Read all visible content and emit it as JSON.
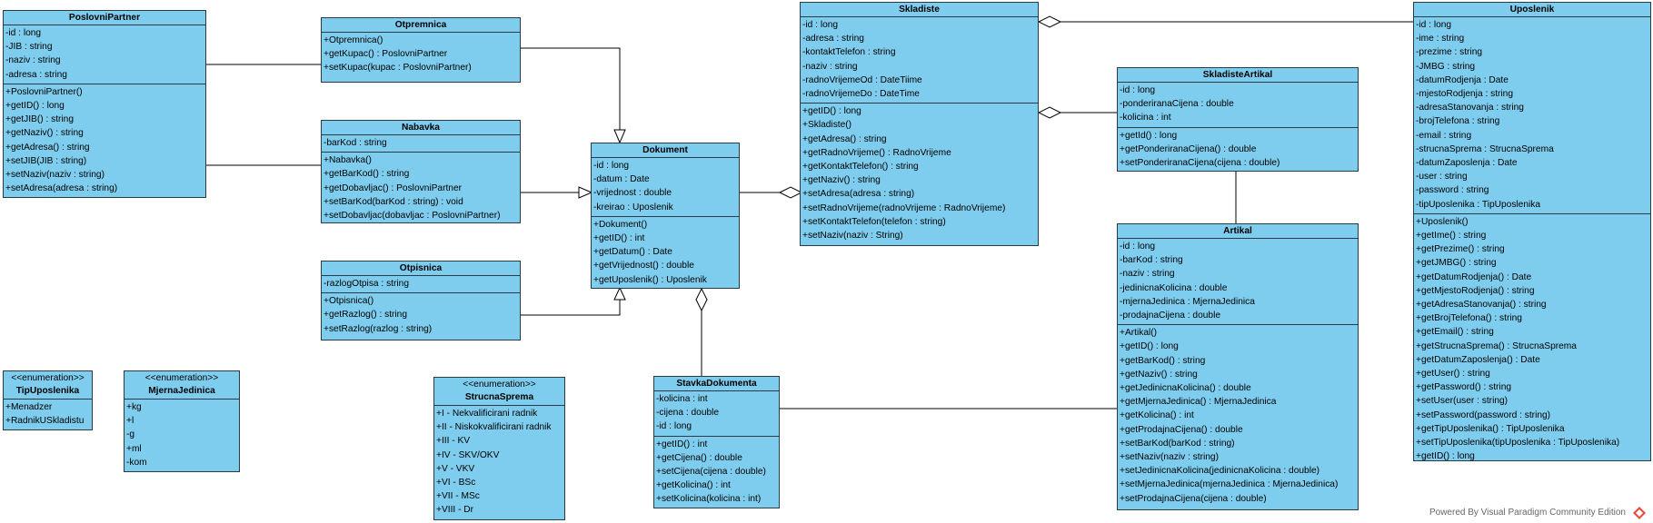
{
  "classes": {
    "poslovni_partner": {
      "name": "PoslovniPartner",
      "attributes": [
        "-id : long",
        "-JIB : string",
        "-naziv : string",
        "-adresa : string"
      ],
      "methods": [
        "+PoslovniPartner()",
        "+getID() : long",
        "+getJIB() : string",
        "+getNaziv() : string",
        "+getAdresa() : string",
        "+setJIB(JIB : string)",
        "+setNaziv(naziv : string)",
        "+setAdresa(adresa : string)"
      ]
    },
    "otpremnica": {
      "name": "Otpremnica",
      "attributes": [],
      "methods": [
        "+Otpremnica()",
        "+getKupac() : PoslovniPartner",
        "+setKupac(kupac : PoslovniPartner)"
      ]
    },
    "nabavka": {
      "name": "Nabavka",
      "attributes": [
        "-barKod : string"
      ],
      "methods": [
        "+Nabavka()",
        "+getBarKod() : string",
        "+getDobavljac() : PoslovniPartner",
        "+setBarKod(barKod : string) : void",
        "+setDobavljac(dobavljac : PoslovniPartner)"
      ]
    },
    "otpisnica": {
      "name": "Otpisnica",
      "attributes": [
        "-razlogOtpisa : string"
      ],
      "methods": [
        "+Otpisnica()",
        "+getRazlog() : string",
        "+setRazlog(razlog : string)"
      ]
    },
    "dokument": {
      "name": "Dokument",
      "attributes": [
        "-id : long",
        "-datum : Date",
        "-vrijednost : double",
        "-kreirao : Uposlenik"
      ],
      "methods": [
        "+Dokument()",
        "+getID() : int",
        "+getDatum() : Date",
        "+getVrijednost() : double",
        "+getUposlenik() : Uposlenik"
      ]
    },
    "skladiste": {
      "name": "Skladiste",
      "attributes": [
        "-id : long",
        "-adresa : string",
        "-kontaktTelefon : string",
        "-naziv : string",
        "-radnoVrijemeOd : DateTiime",
        "-radnoVrijemeDo : DateTime"
      ],
      "methods": [
        "+getID() : long",
        "+Skladiste()",
        "+getAdresa() : string",
        "+getRadnoVrijeme() : RadnoVrijeme",
        "+getKontaktTelefon() : string",
        "+getNaziv() : string",
        "+setAdresa(adresa : string)",
        "+setRadnoVrijeme(radnoVrijeme : RadnoVrijeme)",
        "+setKontaktTelefon(telefon : string)",
        "+setNaziv(naziv : String)"
      ]
    },
    "skladiste_artikal": {
      "name": "SkladisteArtikal",
      "attributes": [
        "-id : long",
        "-ponderiranaCijena : double",
        "-kolicina : int"
      ],
      "methods": [
        "+getId() : long",
        "+getPonderiranaCijena() : double",
        "+setPonderiranaCijena(cijena : double)"
      ]
    },
    "artikal": {
      "name": "Artikal",
      "attributes": [
        "-id : long",
        "-barKod : string",
        "-naziv : string",
        "-jedinicnaKolicina : double",
        "-mjernaJedinica : MjernaJedinica",
        "-prodajnaCijena : double"
      ],
      "methods": [
        "+Artikal()",
        "+getID() : long",
        "+getBarKod() : string",
        "+getNaziv() : string",
        "+getJedinicnaKolicina() : double",
        "+getMjernaJedinica() : MjernaJedinica",
        "+getKolicina() : int",
        "+getProdajnaCijena() : double",
        "+setBarKod(barKod : string)",
        "+setNaziv(naziv : string)",
        "+setJedinicnaKolicina(jedinicnaKolicina : double)",
        "+setMjernaJedinica(mjernaJedinica : MjernaJedinica)",
        "+setProdajnaCijena(cijena : double)"
      ]
    },
    "uposlenik": {
      "name": "Uposlenik",
      "attributes": [
        "-id : long",
        "-ime : string",
        "-prezime : string",
        "-JMBG : string",
        "-datumRodjenja : Date",
        "-mjestoRodjenja : string",
        "-adresaStanovanja : string",
        "-brojTelefona : string",
        "-email : string",
        "-strucnaSprema : StrucnaSprema",
        "-datumZaposlenja : Date",
        "-user : string",
        "-password : string",
        "-tipUposlenika : TipUposlenika"
      ],
      "methods": [
        "+Uposlenik()",
        "+getIme() : string",
        "+getPrezime() : string",
        "+getJMBG() : string",
        "+getDatumRodjenja() : Date",
        "+getMjestoRodjenja() : string",
        "+getAdresaStanovanja() : string",
        "+getBrojTelefona() : string",
        "+getEmail() : string",
        "+getStrucnaSprema() : StrucnaSprema",
        "+getDatumZaposlenja() : Date",
        "+getUser() : string",
        "+getPassword() : string",
        "+setUser(user : string)",
        "+setPassword(password : string)",
        "+getTipUposlenika() : TipUposlenika",
        "+setTipUposlenika(tipUposlenika : TipUposlenika)",
        "+getID() : long"
      ]
    },
    "stavka_dokumenta": {
      "name": "StavkaDokumenta",
      "attributes": [
        "-kolicina : int",
        "-cijena : double",
        "-id : long"
      ],
      "methods": [
        "+getID() : int",
        "+getCijena() : double",
        "+setCijena(cijena : double)",
        "+getKolicina() : int",
        "+setKolicina(kolicina : int)"
      ]
    }
  },
  "enums": {
    "tip_uposlenika": {
      "stereotype": "<<enumeration>>",
      "name": "TipUposlenika",
      "literals": [
        "+Menadzer",
        "+RadnikUSkladistu"
      ]
    },
    "mjerna_jedinica": {
      "stereotype": "<<enumeration>>",
      "name": "MjernaJedinica",
      "literals": [
        "+kg",
        "+l",
        "-g",
        "+ml",
        "-kom"
      ]
    },
    "strucna_sprema": {
      "stereotype": "<<enumeration>>",
      "name": "StrucnaSprema",
      "literals": [
        "+I - Nekvalificirani radnik",
        "+II - Niskokvalificirani radnik",
        "+III - KV",
        "+IV - SKV/OKV",
        "+V - VKV",
        "+VI - BSc",
        "+VII - MSc",
        "+VIII - Dr"
      ]
    }
  },
  "footer": {
    "text": "Powered By  Visual Paradigm Community Edition"
  }
}
